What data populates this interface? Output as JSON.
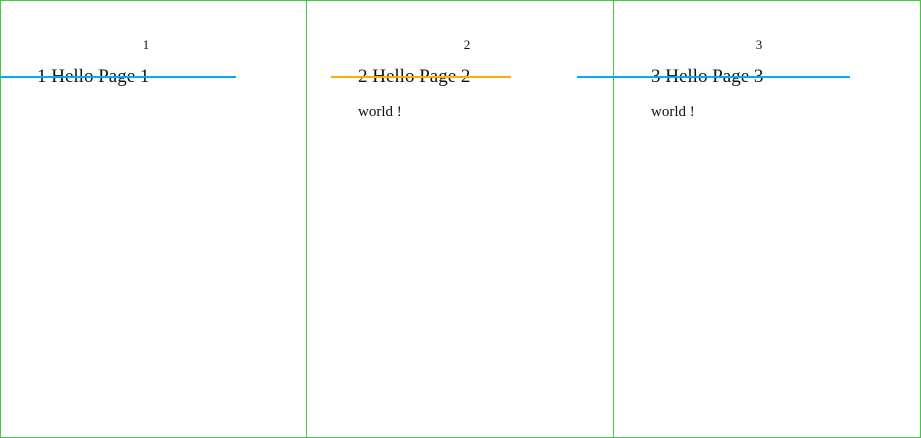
{
  "colors": {
    "border": "#44c844",
    "blue_line": "#00aeef",
    "orange_line": "#ffad00"
  },
  "pages": [
    {
      "number": "1",
      "heading": "1 Hello Page 1",
      "body": null
    },
    {
      "number": "2",
      "heading": "2 Hello Page 2",
      "body": "world !"
    },
    {
      "number": "3",
      "heading": "3 Hello Page 3",
      "body": "world !"
    }
  ]
}
